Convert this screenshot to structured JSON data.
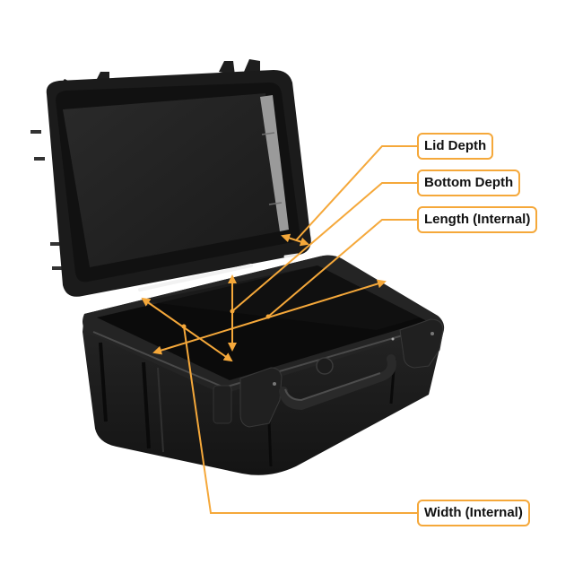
{
  "figure": {
    "subject": "Open black hard-shell protective case with dimension callouts",
    "accent_color": "#f5a83a",
    "case_color": "#1c1c1c",
    "labels": [
      {
        "id": "lid-depth",
        "text": "Lid Depth"
      },
      {
        "id": "bottom-depth",
        "text": "Bottom Depth"
      },
      {
        "id": "length-internal",
        "text": "Length (Internal)"
      },
      {
        "id": "width-internal",
        "text": "Width (Internal)"
      }
    ]
  }
}
